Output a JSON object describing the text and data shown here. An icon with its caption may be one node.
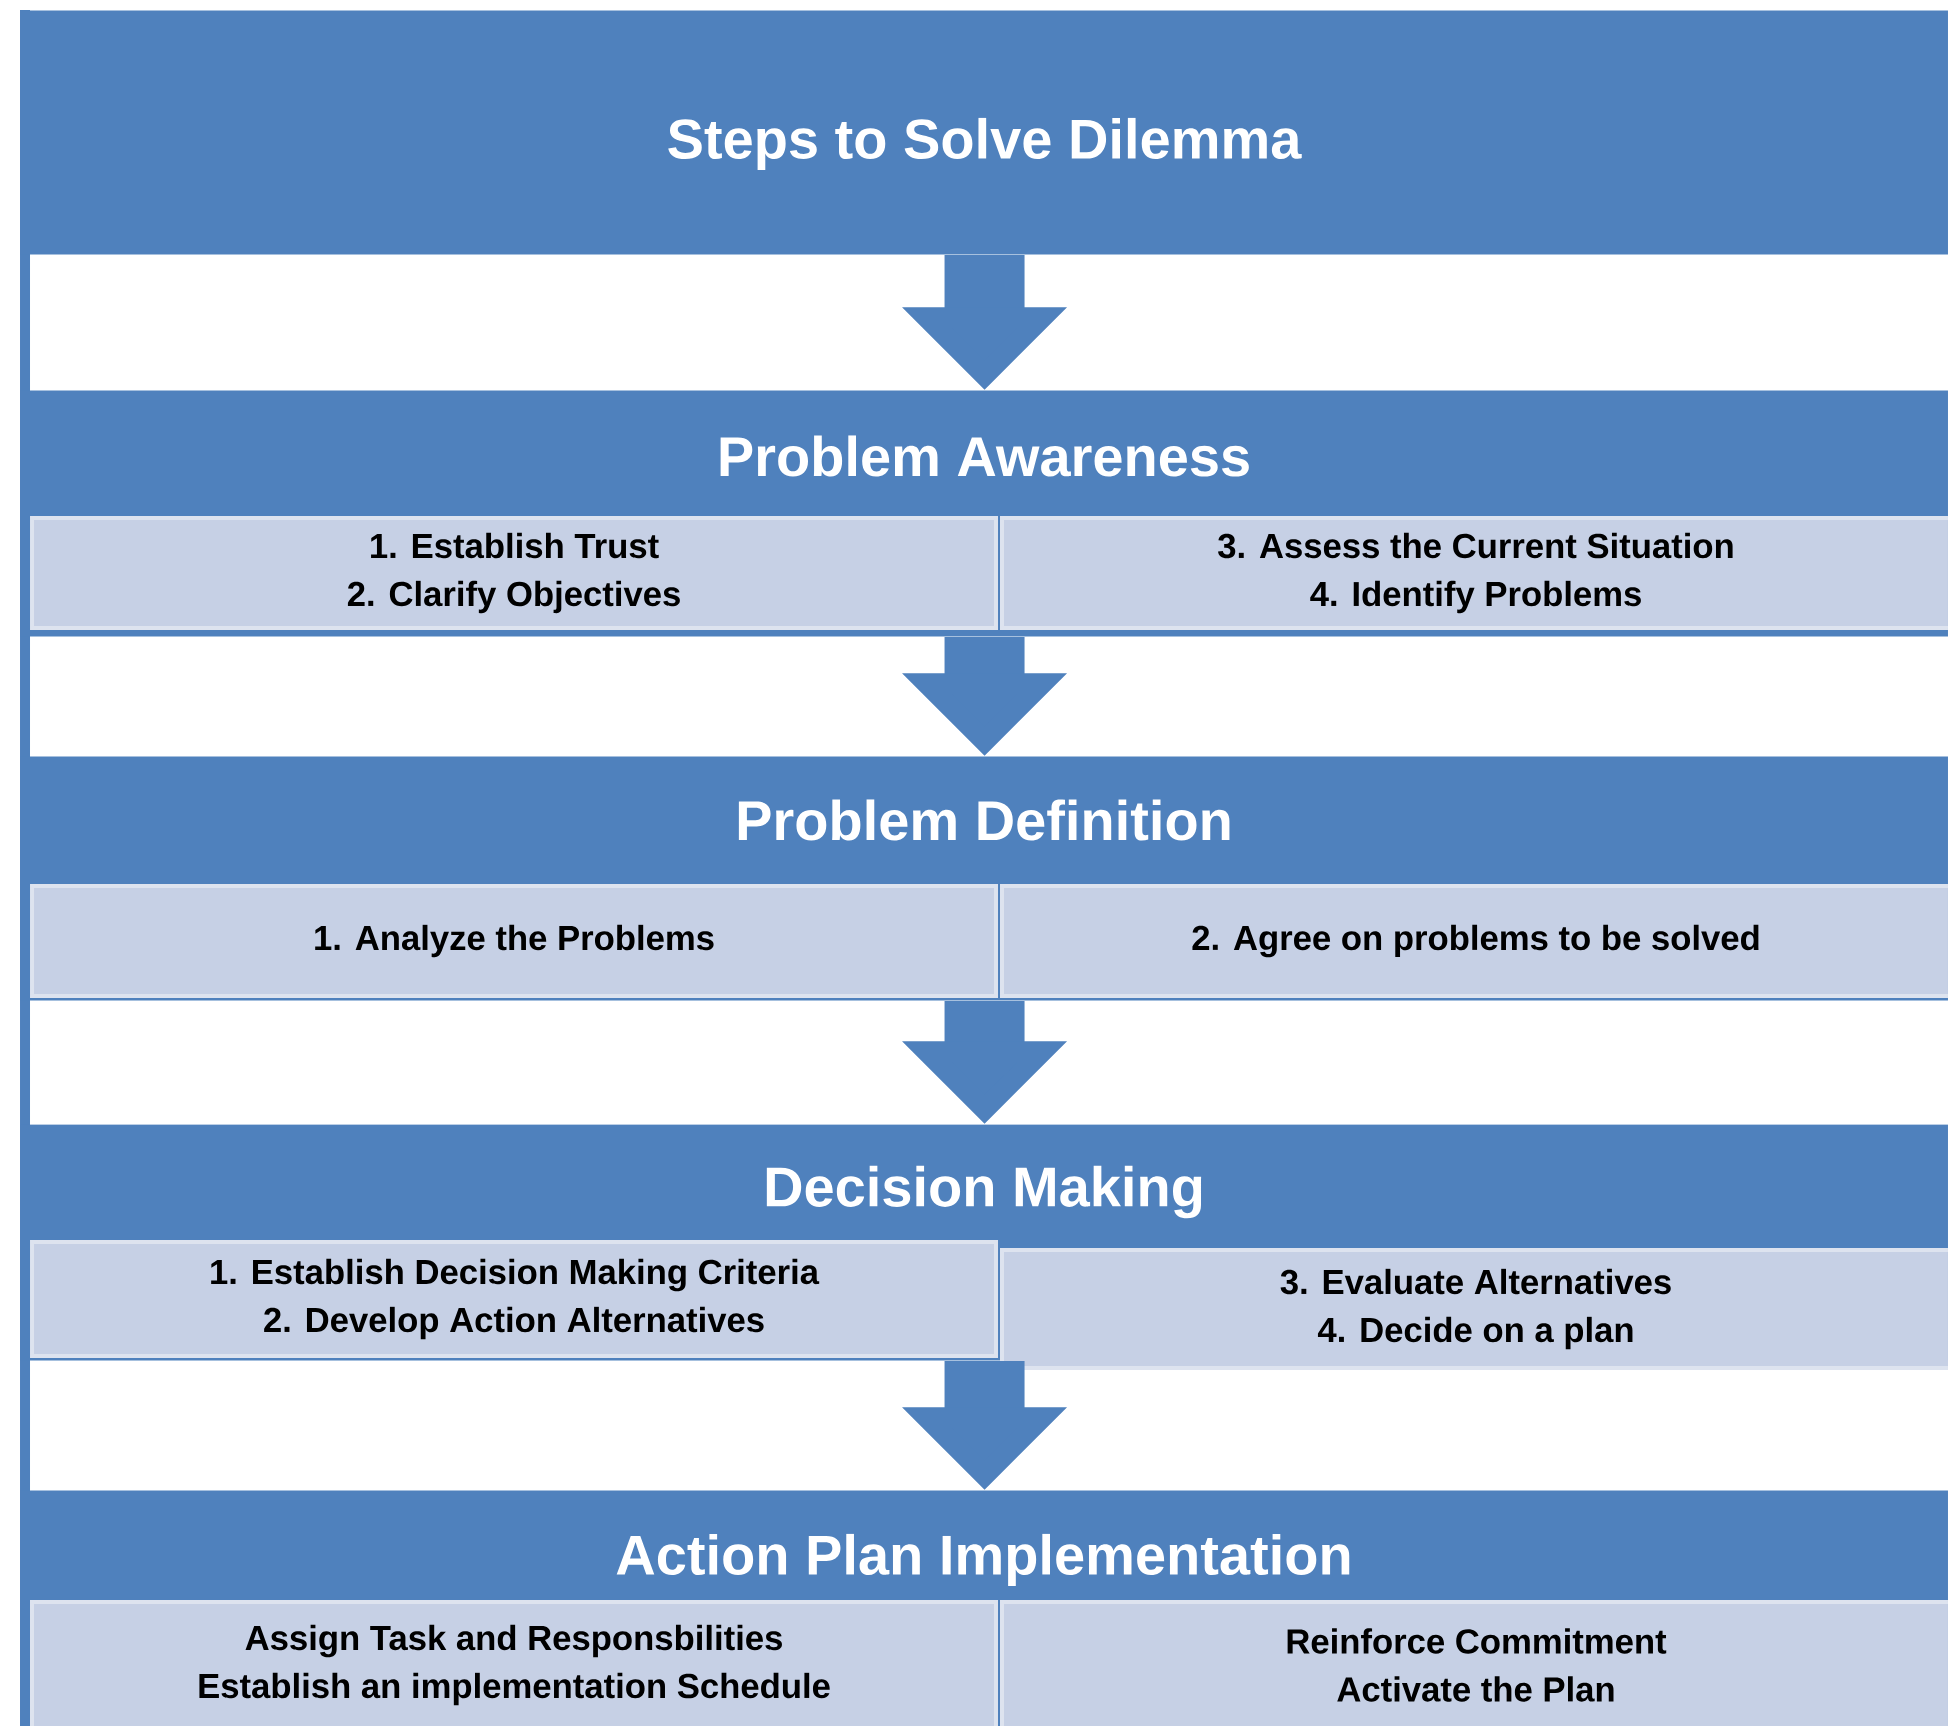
{
  "diagram": {
    "nodes": [
      {
        "text": [
          "Steps to Solve Dilemma"
        ]
      },
      {
        "text": [
          "Problem Awareness"
        ]
      },
      {
        "text": [
          "1. Establish Trust",
          "2. Clarify Objectives"
        ],
        "in": 1
      },
      {
        "text": [
          "3. Assess the Current Situation",
          "4. Identify Problems"
        ],
        "in": 1
      },
      {
        "text": [
          "Problem Definition"
        ]
      },
      {
        "text": [
          "1. Analyze the Problems"
        ],
        "in": 4
      },
      {
        "text": [
          "2. Agree on problems to be solved"
        ],
        "in": 4
      },
      {
        "text": [
          "Decision Making"
        ]
      },
      {
        "text": [
          "1. Establish Decision Making Criteria",
          "2. Develop Action Alternatives"
        ],
        "in": 7
      },
      {
        "text": [
          "3. Evaluate Alternatives",
          "4. Decide on a plan"
        ],
        "in": 7
      },
      {
        "text": [
          "Action Plan Implementation"
        ]
      },
      {
        "text": [
          "Assign Task and Responsbilities",
          "Establish an implementation Schedule"
        ],
        "in": 10
      },
      {
        "text": [
          "Reinforce Commitment",
          "Activate the Plan"
        ],
        "in": 10
      }
    ],
    "edges": [
      {
        "from": 0,
        "to": 1,
        "arrow": "to"
      },
      {
        "from": 1,
        "to": 4,
        "arrow": "to"
      },
      {
        "from": 4,
        "to": 7,
        "arrow": "to"
      },
      {
        "from": 7,
        "to": 10,
        "arrow": "to"
      }
    ]
  }
}
